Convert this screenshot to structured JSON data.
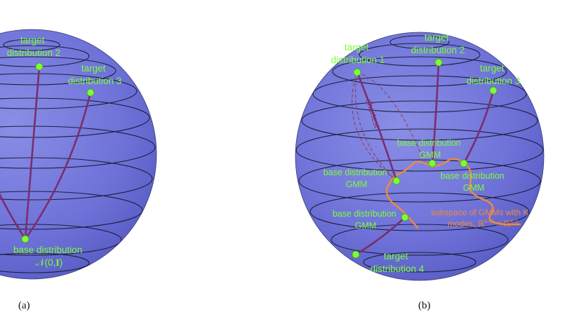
{
  "colors": {
    "sphere": "#6E72D8",
    "label_green": "#7CFC3A",
    "geodesic": "#7A2E6E",
    "subspace_orange": "#F08A3C"
  },
  "panel_a": {
    "caption": "(a)",
    "target2": [
      "target",
      "distribution 2"
    ],
    "target3": [
      "target",
      "distribution 3"
    ],
    "base": [
      "base distribution",
      "𝒩(0,𝐈)"
    ]
  },
  "panel_b": {
    "caption": "(b)",
    "target1": [
      "target",
      "distribution 1"
    ],
    "target2": [
      "target",
      "distribution 2"
    ],
    "target3": [
      "target",
      "distribution 3"
    ],
    "target4": [
      "target",
      "distribution 4"
    ],
    "base_gmm_top": [
      "base distribution",
      "GMM"
    ],
    "base_gmm_right": [
      "base distribution",
      "GMM"
    ],
    "base_gmm_left": [
      "base distribution",
      "GMM"
    ],
    "base_gmm_lower": [
      "base distribution",
      "GMM"
    ],
    "shortest": "shortest",
    "subspace_line1": "subspace of GMMs with K",
    "subspace_line2_prefix": "modes, ",
    "subspace_r1": "ℝ",
    "subspace_r1_sup": "K×D",
    "subspace_times": " × ",
    "subspace_r2": "ℝ",
    "subspace_r2_sup": "K-1"
  }
}
